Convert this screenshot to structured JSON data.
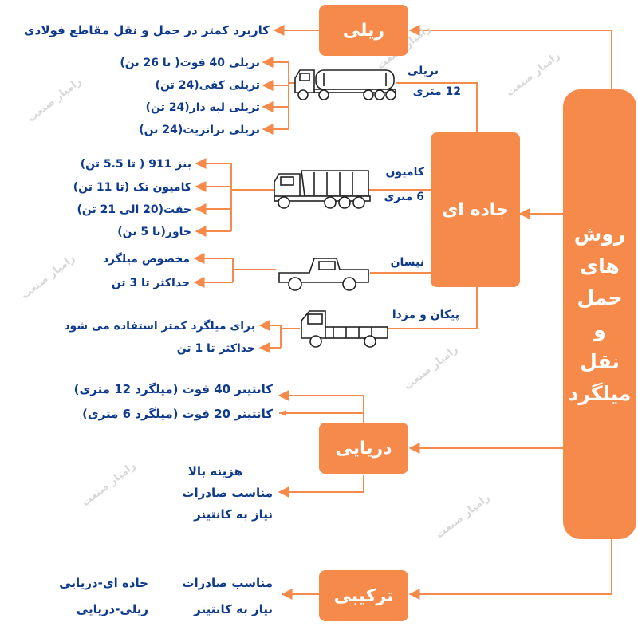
{
  "main": {
    "lines": [
      "روش",
      "های",
      "حمل",
      "و",
      "نقل",
      "میلگرد"
    ]
  },
  "watermark": "رامیار صنعت",
  "categories": {
    "rail": {
      "label": "ریلی",
      "desc": "کاربرد کمتر در حمل و نقل مقاطع فولادی"
    },
    "road": {
      "label": "جاده ای",
      "trailer": {
        "label_line1": "تریلی",
        "label_line2": "12 متری",
        "items": [
          "تریلی 40 فوت( تا 26 تن)",
          "تریلی کفی(24 تن)",
          "تریلی لبه دار(24 تن)",
          "تریلی ترانزیت(24 تن)"
        ]
      },
      "truck": {
        "label_line1": "کامیون",
        "label_line2": "6 متری",
        "items": [
          "بنز 911 ( تا 5.5 تن)",
          "کامیون تک (تا 11 تن)",
          "جفت(20 الی 21 تن)",
          "خاور(تا 5 تن)"
        ]
      },
      "nissan": {
        "label": "نیسان",
        "items": [
          "مخصوص میلگرد",
          "حداکثر تا 3 تن"
        ]
      },
      "pickup": {
        "label": "پیکان و مزدا",
        "items": [
          "برای میلگرد کمتر استفاده می شود",
          "حداکثر تا 1 تن"
        ]
      }
    },
    "sea": {
      "label": "دریایی",
      "containers": [
        "کانتینر 40 فوت (میلگرد 12 متری)",
        "کانتینر 20 فوت (میلگرد 6 متری)"
      ],
      "notes": [
        "هزینه بالا",
        "مناسب صادرات",
        "نیاز به کانتینر"
      ]
    },
    "combined": {
      "label": "ترکیبی",
      "notes": [
        "مناسب صادرات",
        "نیاز به کانتینر"
      ],
      "types": [
        "جاده ای-دریایی",
        "ریلی-دریایی"
      ]
    }
  },
  "colors": {
    "accent": "#F58A4B",
    "text": "#0E3A8C",
    "connector": "#F58A4B"
  }
}
